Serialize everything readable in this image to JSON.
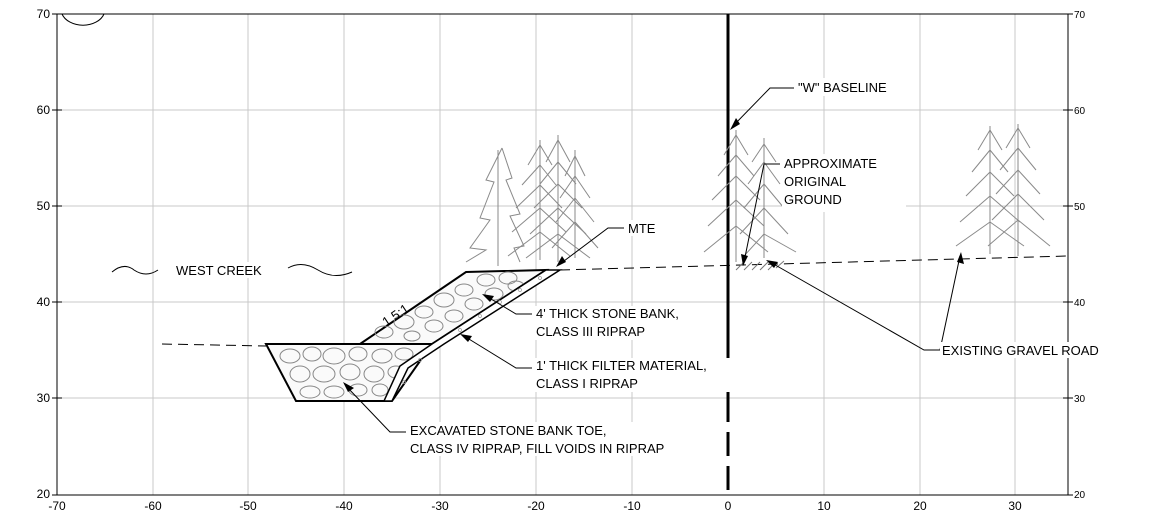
{
  "axes": {
    "x_ticks": [
      "-70",
      "-60",
      "-50",
      "-40",
      "-30",
      "-20",
      "-10",
      "0",
      "10",
      "20",
      "30"
    ],
    "y_ticks_left": [
      "20",
      "30",
      "40",
      "50",
      "60",
      "70"
    ],
    "y_ticks_right": [
      "20",
      "30",
      "40",
      "50",
      "60",
      "70"
    ]
  },
  "labels": {
    "baseline": "\"W\" BASELINE",
    "approx_ground_1": "APPROXIMATE",
    "approx_ground_2": "ORIGINAL",
    "approx_ground_3": "GROUND",
    "mte": "MTE",
    "west_creek": "WEST CREEK",
    "slope": "1.5:1",
    "stone_bank_1": "4' THICK STONE BANK,",
    "stone_bank_2": "CLASS III RIPRAP",
    "filter_1": "1' THICK FILTER MATERIAL,",
    "filter_2": "CLASS I RIPRAP",
    "gravel_road": "EXISTING GRAVEL ROAD",
    "toe_1": "EXCAVATED STONE BANK TOE,",
    "toe_2": "CLASS IV RIPRAP, FILL VOIDS IN RIPRAP"
  },
  "colors": {
    "line": "#000000",
    "grid": "#c8c8c8",
    "trees": "#8a8a8a"
  }
}
